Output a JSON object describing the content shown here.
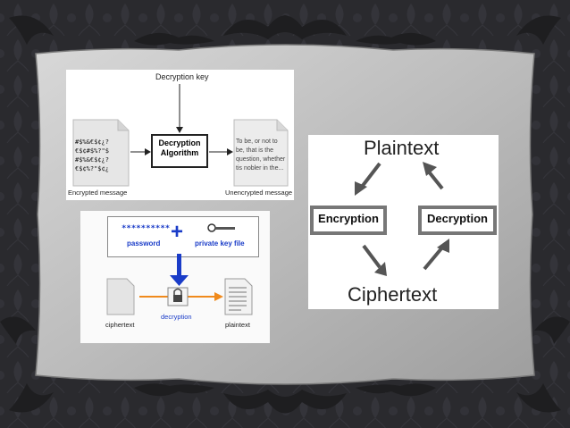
{
  "panel1": {
    "title": "Decryption key",
    "encrypted_lines": [
      "#$%&€$¢¿?",
      "€$¢#$%?\"$",
      "#$%&€$¢¿?",
      "€$¢%?\"$¢¿"
    ],
    "box_line1": "Decryption",
    "box_line2": "Algorithm",
    "plain_lines": [
      "To be, or not to",
      "be, that is the",
      "question, whether",
      "tis nobler in the..."
    ],
    "label_left": "Encrypted message",
    "label_right": "Unencrypted message"
  },
  "panel2": {
    "password_mask": "**********",
    "password_label": "password",
    "plus": "+",
    "key_label": "private key file",
    "ciphertext_label": "ciphertext",
    "decryption_label": "decryption",
    "plaintext_label": "plaintext",
    "accent_blue": "#1a3cc8",
    "accent_orange": "#f08a1c"
  },
  "panel3": {
    "top_label": "Plaintext",
    "left_box": "Encryption",
    "right_box": "Decryption",
    "bottom_label": "Ciphertext"
  }
}
